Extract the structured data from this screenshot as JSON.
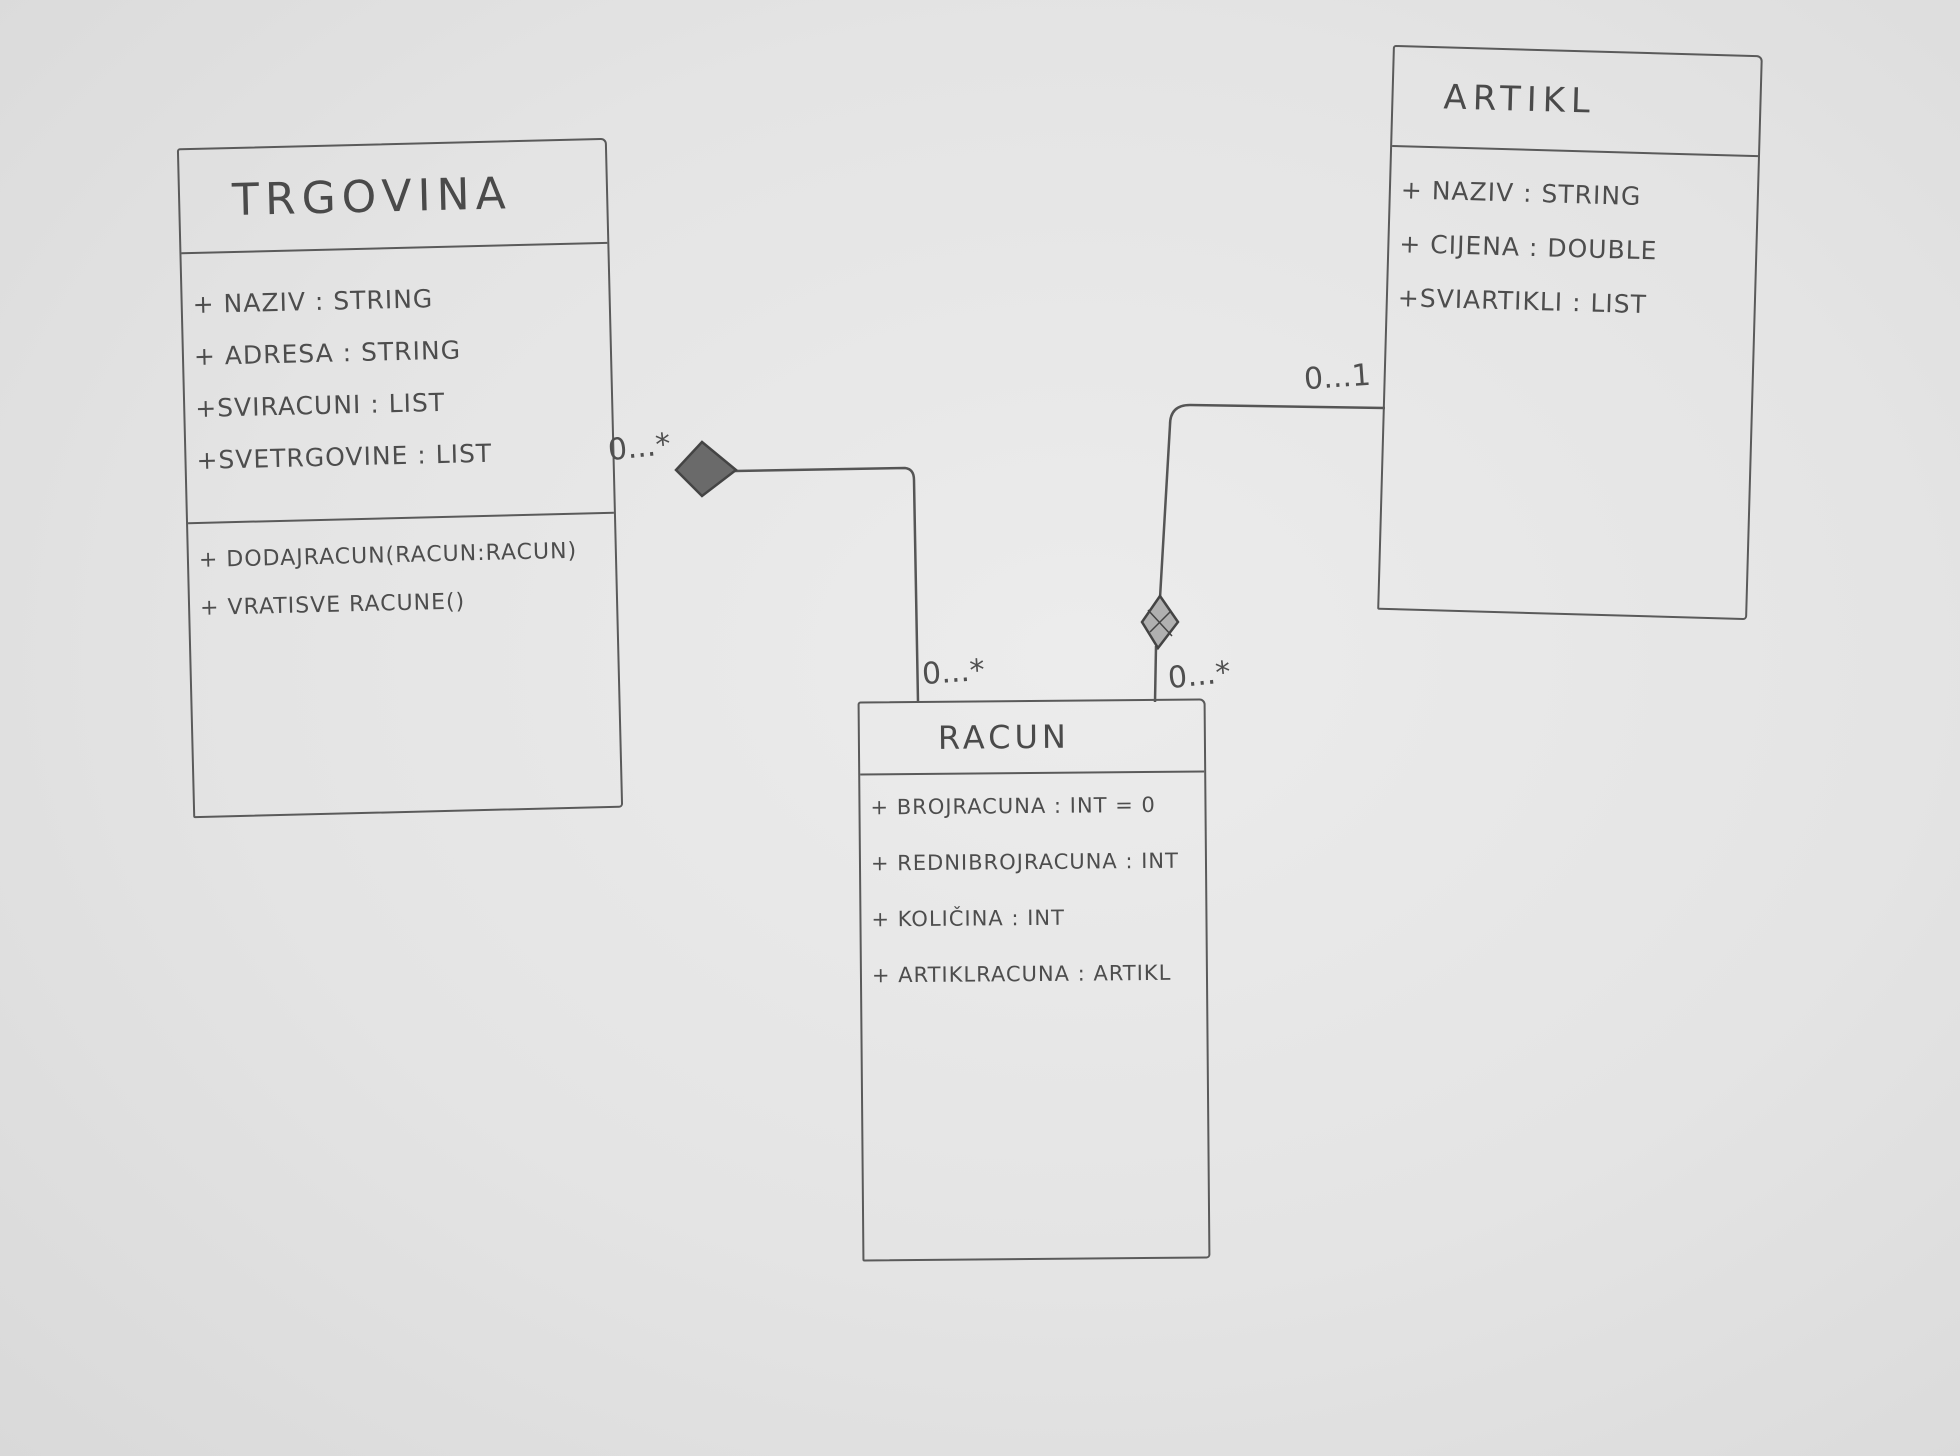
{
  "classes": {
    "trgovina": {
      "name": "TRGOVINA",
      "attributes": [
        "+ NAZIV : STRING",
        "+ ADRESA : STRING",
        "+SVIRACUNI : LIST",
        "+SVETRGOVINE : LIST"
      ],
      "operations": [
        "+ DODAJRACUN(RACUN:RACUN)",
        "+ VRATISVE RACUNE()"
      ]
    },
    "artikl": {
      "name": "ARTIKL",
      "attributes": [
        "+ NAZIV : STRING",
        "+ CIJENA : DOUBLE",
        "+SVIARTIKLI : LIST"
      ]
    },
    "racun": {
      "name": "RACUN",
      "attributes": [
        "+ BROJRACUNA : INT = 0",
        "+ REDNIBROJRACUNA : INT",
        "+ KOLIČINA : INT",
        "+ ARTIKLRACUNA : ARTIKL"
      ]
    }
  },
  "associations": [
    {
      "from": "TRGOVINA",
      "to": "RACUN",
      "kind": "composition",
      "diamond_at": "TRGOVINA",
      "from_multiplicity": "0...*",
      "to_multiplicity": "0...*"
    },
    {
      "from": "ARTIKL",
      "to": "RACUN",
      "kind": "aggregation",
      "diamond_at": "RACUN",
      "from_multiplicity": "0...1",
      "to_multiplicity": "0...*"
    }
  ],
  "colors": {
    "paper": "#e6e6e6",
    "ink": "#5a5a5a"
  }
}
